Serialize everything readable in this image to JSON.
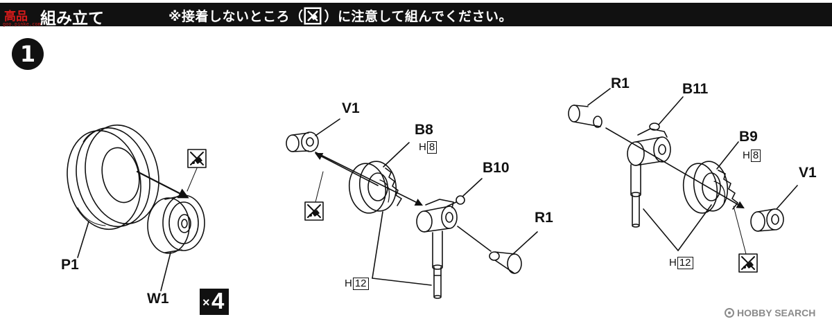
{
  "header": {
    "title": "組み立て",
    "note_prefix": "※接着しないところ（",
    "note_suffix": "）に注意して組んでください。"
  },
  "watermark": {
    "text": "高品",
    "url": "goo.pinke.com"
  },
  "step": {
    "number": "1"
  },
  "labels": {
    "p1": "P1",
    "w1": "W1",
    "v1_left": "V1",
    "b8": "B8",
    "b10": "B10",
    "r1_left": "R1",
    "r1_right": "R1",
    "b11": "B11",
    "b9": "B9",
    "v1_right": "V1"
  },
  "h_labels": {
    "b8": {
      "prefix": "H",
      "value": "8"
    },
    "b9": {
      "prefix": "H",
      "value": "8"
    },
    "h12_left": {
      "prefix": "H",
      "value": "12"
    },
    "h12_right": {
      "prefix": "H",
      "value": "12"
    }
  },
  "quantity": {
    "mult": "×",
    "count": "4"
  },
  "credit": {
    "text": "HOBBY SEARCH"
  },
  "colors": {
    "ink": "#111111",
    "header_bg": "#111111",
    "watermark": "#d81b1b",
    "credit": "#8a8a8a"
  }
}
